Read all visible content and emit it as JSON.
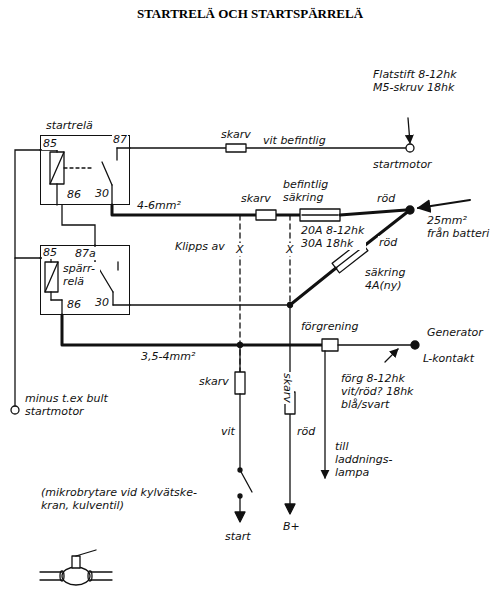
{
  "diagram": {
    "title": "STARTRELÄ OCH STARTSPÄRRELÄ",
    "nodes": [
      {
        "text": [
          "startrelä"
        ]
      },
      {
        "text": [
          "spärr-relä"
        ]
      }
    ],
    "edges": [
      {
        "from": 0,
        "to": 1,
        "arrow": "none"
      },
      {
        "from": 0,
        "to": 1,
        "arrow": "none"
      }
    ],
    "labels": [
      "85",
      "87",
      "30",
      "86",
      "87a",
      "85",
      "30",
      "86",
      "skarv",
      "vit befintlig",
      "Flatstift 8-12hk M5-skruv 18hk",
      "skarv",
      "startmotor",
      "befintlig säkring",
      "röd",
      "4-6mm²",
      "20A 8-12hk 30A 18hk",
      "25mm² från batteri",
      "röd",
      "Klipps av",
      "X",
      "X",
      "säkring 4A(ny)",
      "förgrening",
      "Generator",
      "L-kontakt",
      "3,5-4mm²",
      "skarv",
      "skarv",
      "förg 8-12hk vit/röd? 18hk blå/svart",
      "minus t.ex bult startmotor",
      "vit",
      "röd",
      "till laddnings-lampa",
      "(mikrobrytare vid kylvätske-kran, kulventil)",
      "start",
      "B+"
    ]
  }
}
